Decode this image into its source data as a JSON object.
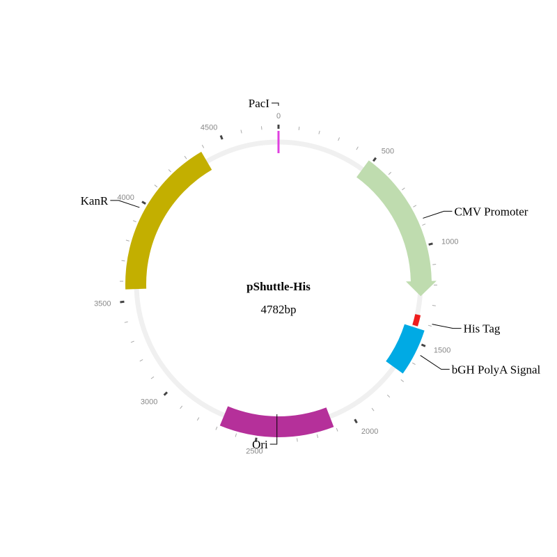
{
  "plasmid": {
    "name": "pShuttle-His",
    "length_label": "4782bp",
    "length": 4782
  },
  "scale": {
    "major_every": 500,
    "minor_every": 100,
    "labels": [
      "0",
      "500",
      "1000",
      "1500",
      "2000",
      "2500",
      "3000",
      "3500",
      "4000",
      "4500"
    ]
  },
  "features": [
    {
      "id": "paci",
      "label": "PacI",
      "start": 0,
      "end": 8,
      "type": "site",
      "color": "#e040e0",
      "label_side": "left"
    },
    {
      "id": "cmv",
      "label": "CMV Promoter",
      "start": 480,
      "end": 1260,
      "type": "arrow",
      "color": "#bfdcaf",
      "label_side": "right"
    },
    {
      "id": "histag",
      "label": "His Tag",
      "start": 1360,
      "end": 1420,
      "type": "block",
      "color": "#ee1c1c",
      "label_side": "right"
    },
    {
      "id": "bgh",
      "label": "bGH PolyA Signal",
      "start": 1430,
      "end": 1670,
      "type": "block",
      "color": "#00aae4",
      "label_side": "right"
    },
    {
      "id": "ori",
      "label": "Ori",
      "start": 2110,
      "end": 2690,
      "type": "block",
      "color": "#b5309a",
      "label_side": "left"
    },
    {
      "id": "kanr",
      "label": "KanR",
      "start": 3560,
      "end": 4380,
      "type": "block",
      "color": "#c3af00",
      "label_side": "left"
    }
  ]
}
